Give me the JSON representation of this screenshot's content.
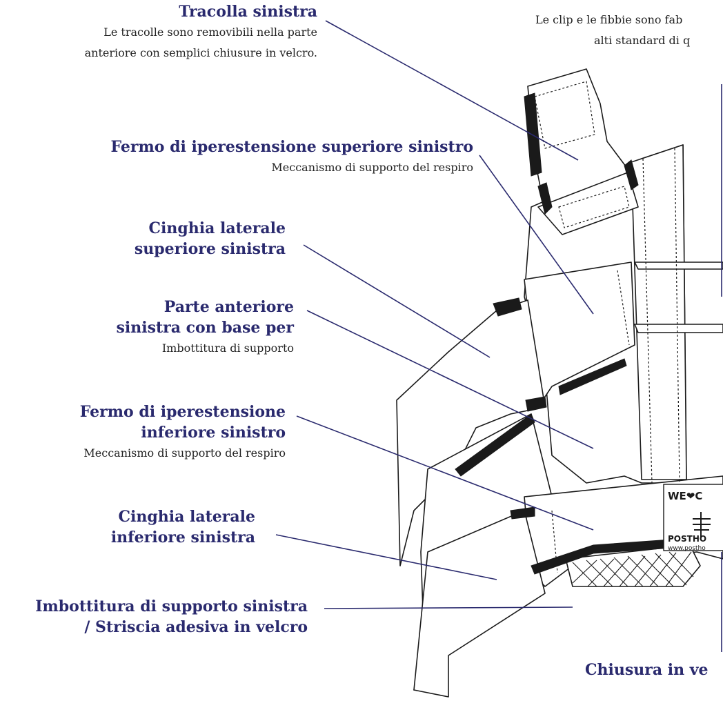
{
  "colors": {
    "accent": "#2a2a6e",
    "stroke": "#1a1a1a"
  },
  "labels": {
    "tracolla": {
      "title": "Tracolla sinistra",
      "desc1": "Le tracolle sono removibili nella parte",
      "desc2": "anteriore con semplici chiusure in velcro."
    },
    "clip": {
      "desc1": "Le clip e le fibbie sono fab",
      "desc2": "alti standard di q"
    },
    "fermo_sup": {
      "title": "Fermo di iperestensione superiore sinistro",
      "desc": "Meccanismo di supporto del respiro"
    },
    "cinghia_sup": {
      "title1": "Cinghia laterale",
      "title2": "superiore sinistra"
    },
    "parte_ant": {
      "title1": "Parte anteriore",
      "title2": "sinistra con base per",
      "desc": "Imbottitura di supporto"
    },
    "fermo_inf": {
      "title1": "Fermo di iperestensione",
      "title2": "inferiore sinistro",
      "desc": "Meccanismo di supporto del respiro"
    },
    "cinghia_inf": {
      "title1": "Cinghia laterale",
      "title2": "inferiore sinistra"
    },
    "imbottitura": {
      "title1": "Imbottitura di supporto sinistra",
      "title2": "/ Striscia adesiva in velcro"
    },
    "chiusura": {
      "title": "Chiusura in ve"
    }
  },
  "badge": {
    "line1": "WE❤C",
    "brand": "POSTHO",
    "url": "www.postho"
  }
}
